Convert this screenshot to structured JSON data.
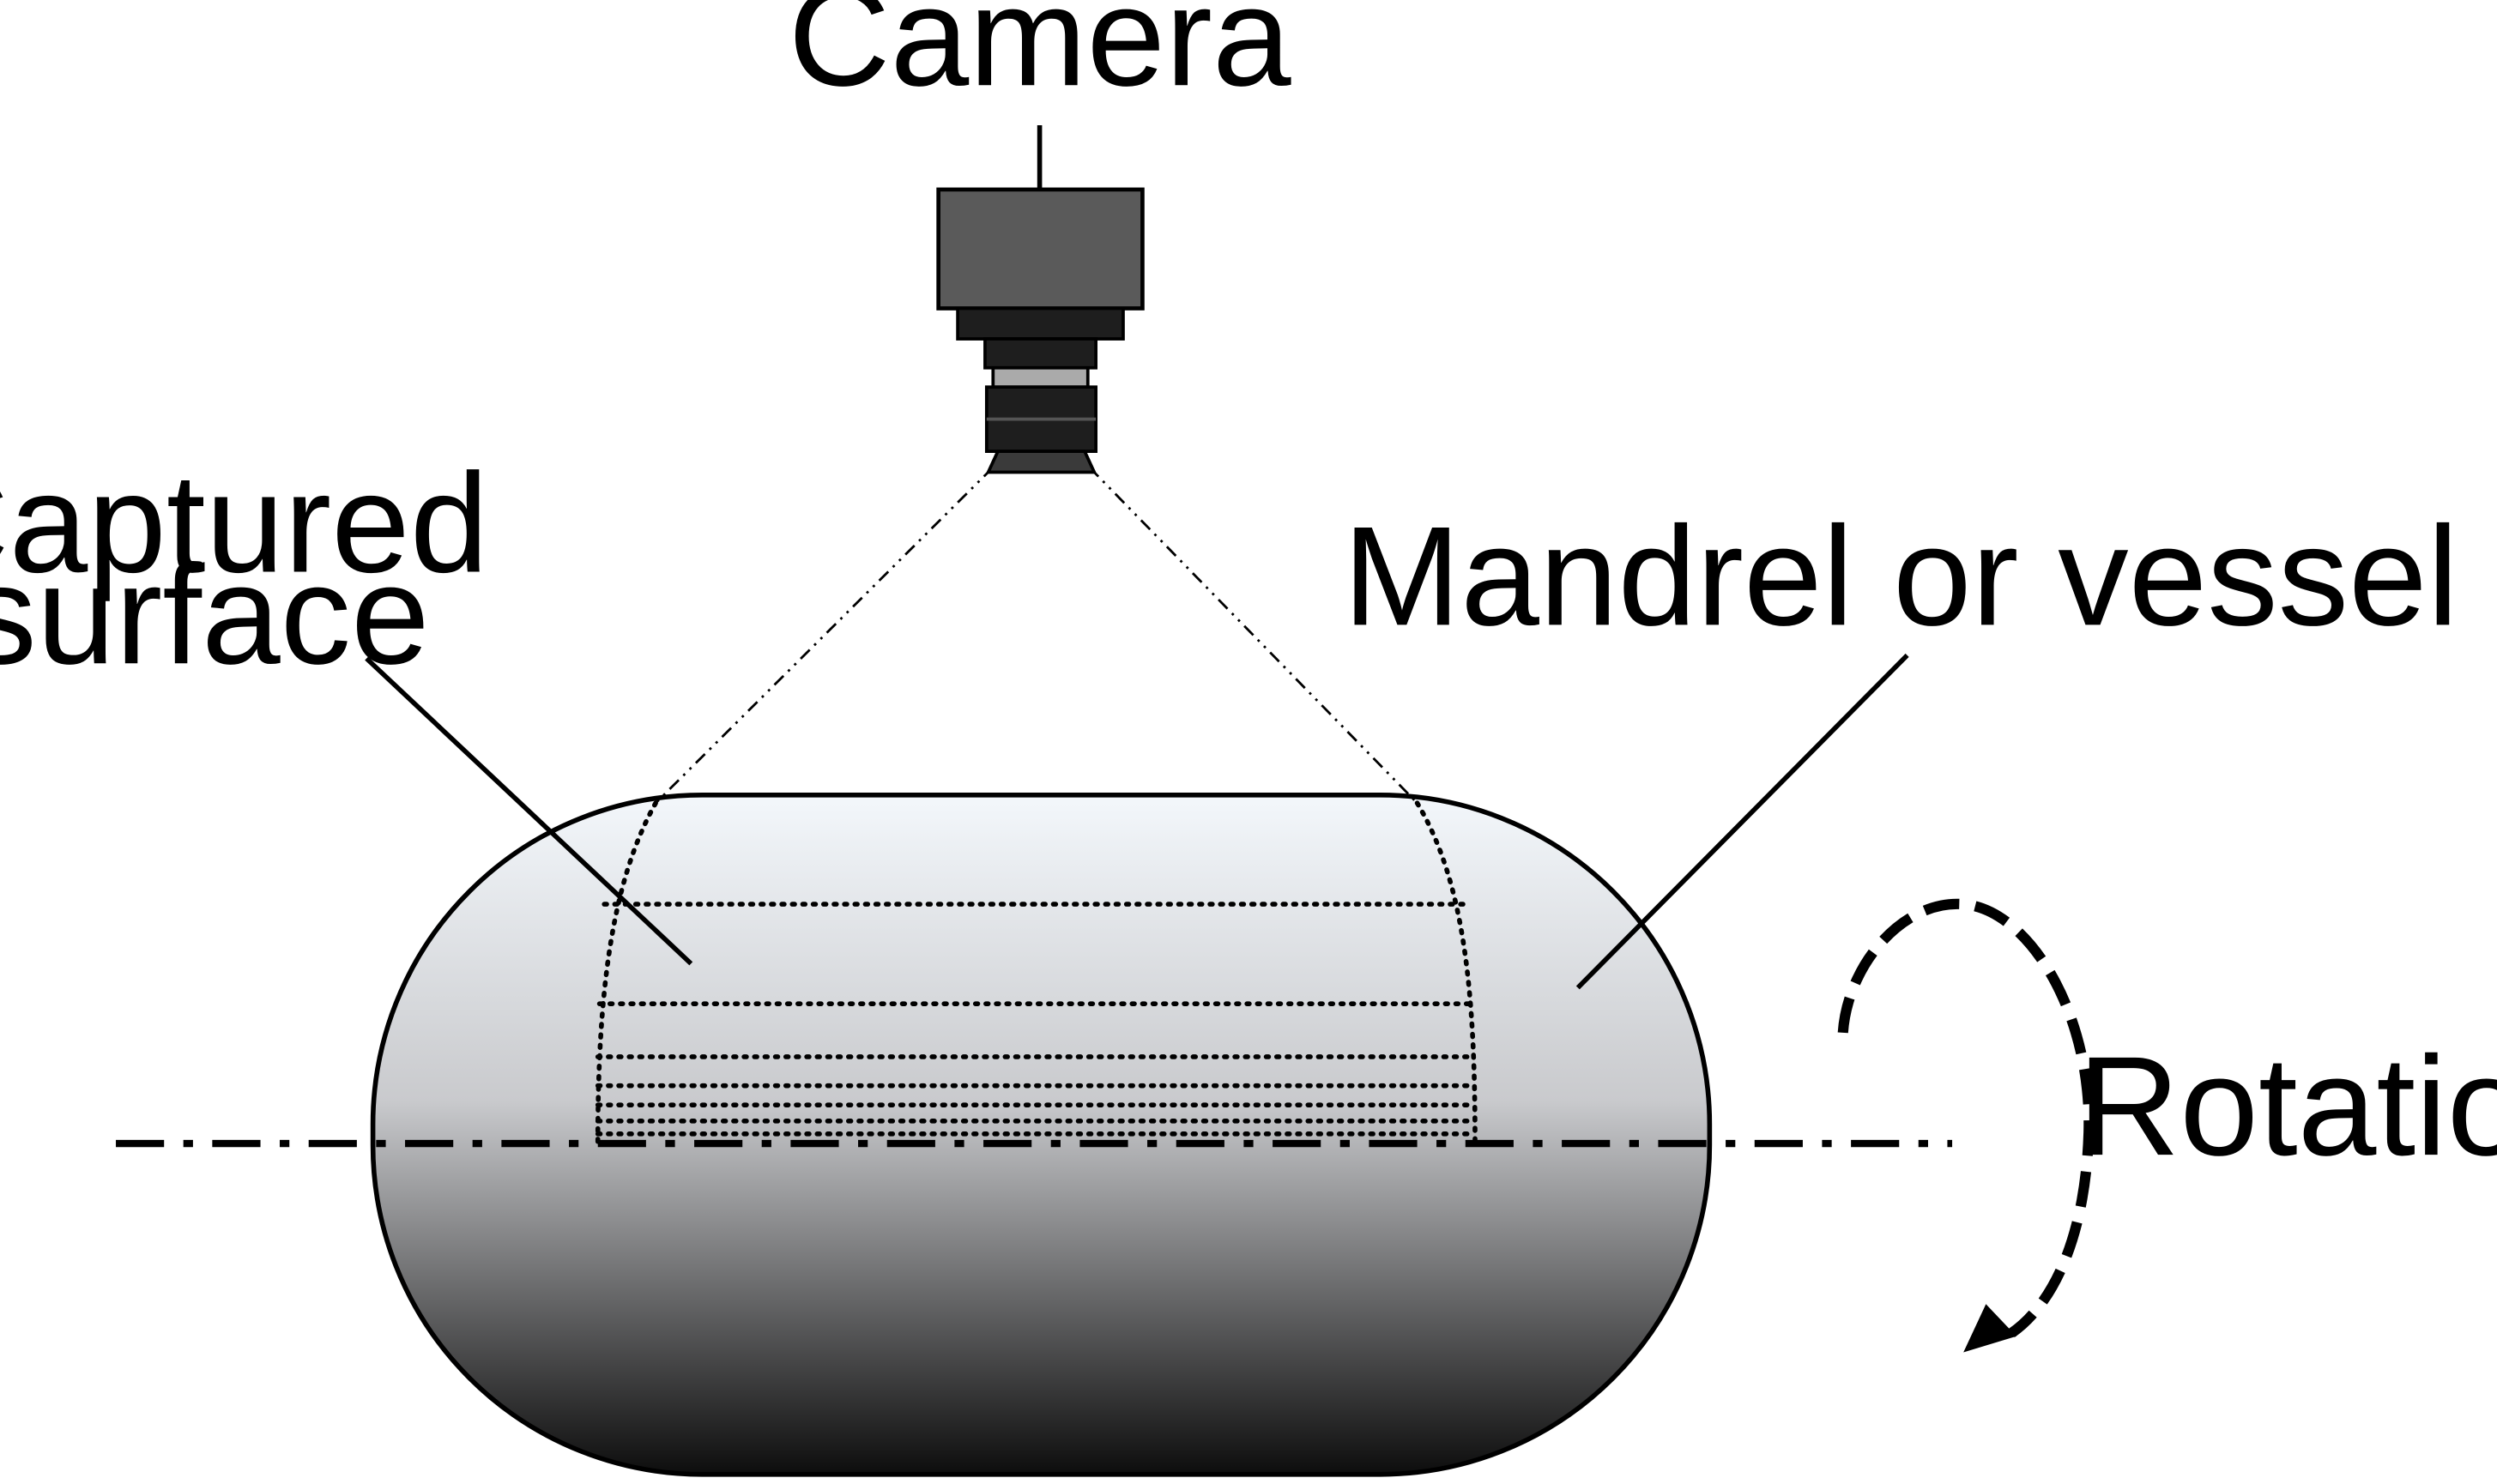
{
  "labels": {
    "camera": "Camera",
    "captured_line1": "Captured",
    "captured_line2": "surface",
    "vessel": "Mandrel or vessel",
    "rotation": "Rotation"
  },
  "colors": {
    "stroke": "#000000",
    "camera_body": "#5a5a5a",
    "camera_dark": "#1e1e1e",
    "lens_ring": "#aaaaaa",
    "vessel_top": "#f3f7fb",
    "vessel_mid": "#c9cacd",
    "vessel_bottom": "#0d0d0d"
  }
}
